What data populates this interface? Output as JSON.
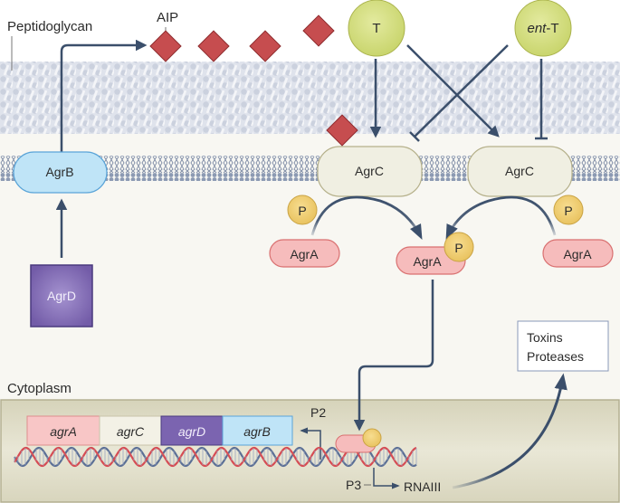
{
  "labels": {
    "peptidoglycan": "Peptidoglycan",
    "aip": "AIP",
    "cytoplasm": "Cytoplasm"
  },
  "molecules": {
    "t": "T",
    "ent_t_prefix": "ent",
    "ent_t_suffix": "-T",
    "agrb_protein": "AgrB",
    "agrd_protein": "AgrD",
    "agrc_left": "AgrC",
    "agrc_right": "AgrC",
    "agra_left": "AgrA",
    "agra_center": "AgrA",
    "agra_right": "AgrA",
    "phosphate": "P"
  },
  "genes": [
    "agrA",
    "agrC",
    "agrD",
    "agrB"
  ],
  "promoters": {
    "p2": "P2",
    "p3": "P3",
    "rnaiii": "RNAIII"
  },
  "outputs": {
    "line1": "Toxins",
    "line2": "Proteases"
  },
  "colors": {
    "arrow": "#3b4f6b",
    "aip_diamond": "#c0474a",
    "agrb_fill": "#bfe4f7",
    "agrc_fill": "#f0efe2",
    "agra_fill": "#f6bcbc",
    "agrd_fill": "#7b64b0",
    "phosphate_fill": "#f0cf78",
    "thiolactone_fill": "#d2df86",
    "cytoplasm_box": "#dcd9c4"
  }
}
